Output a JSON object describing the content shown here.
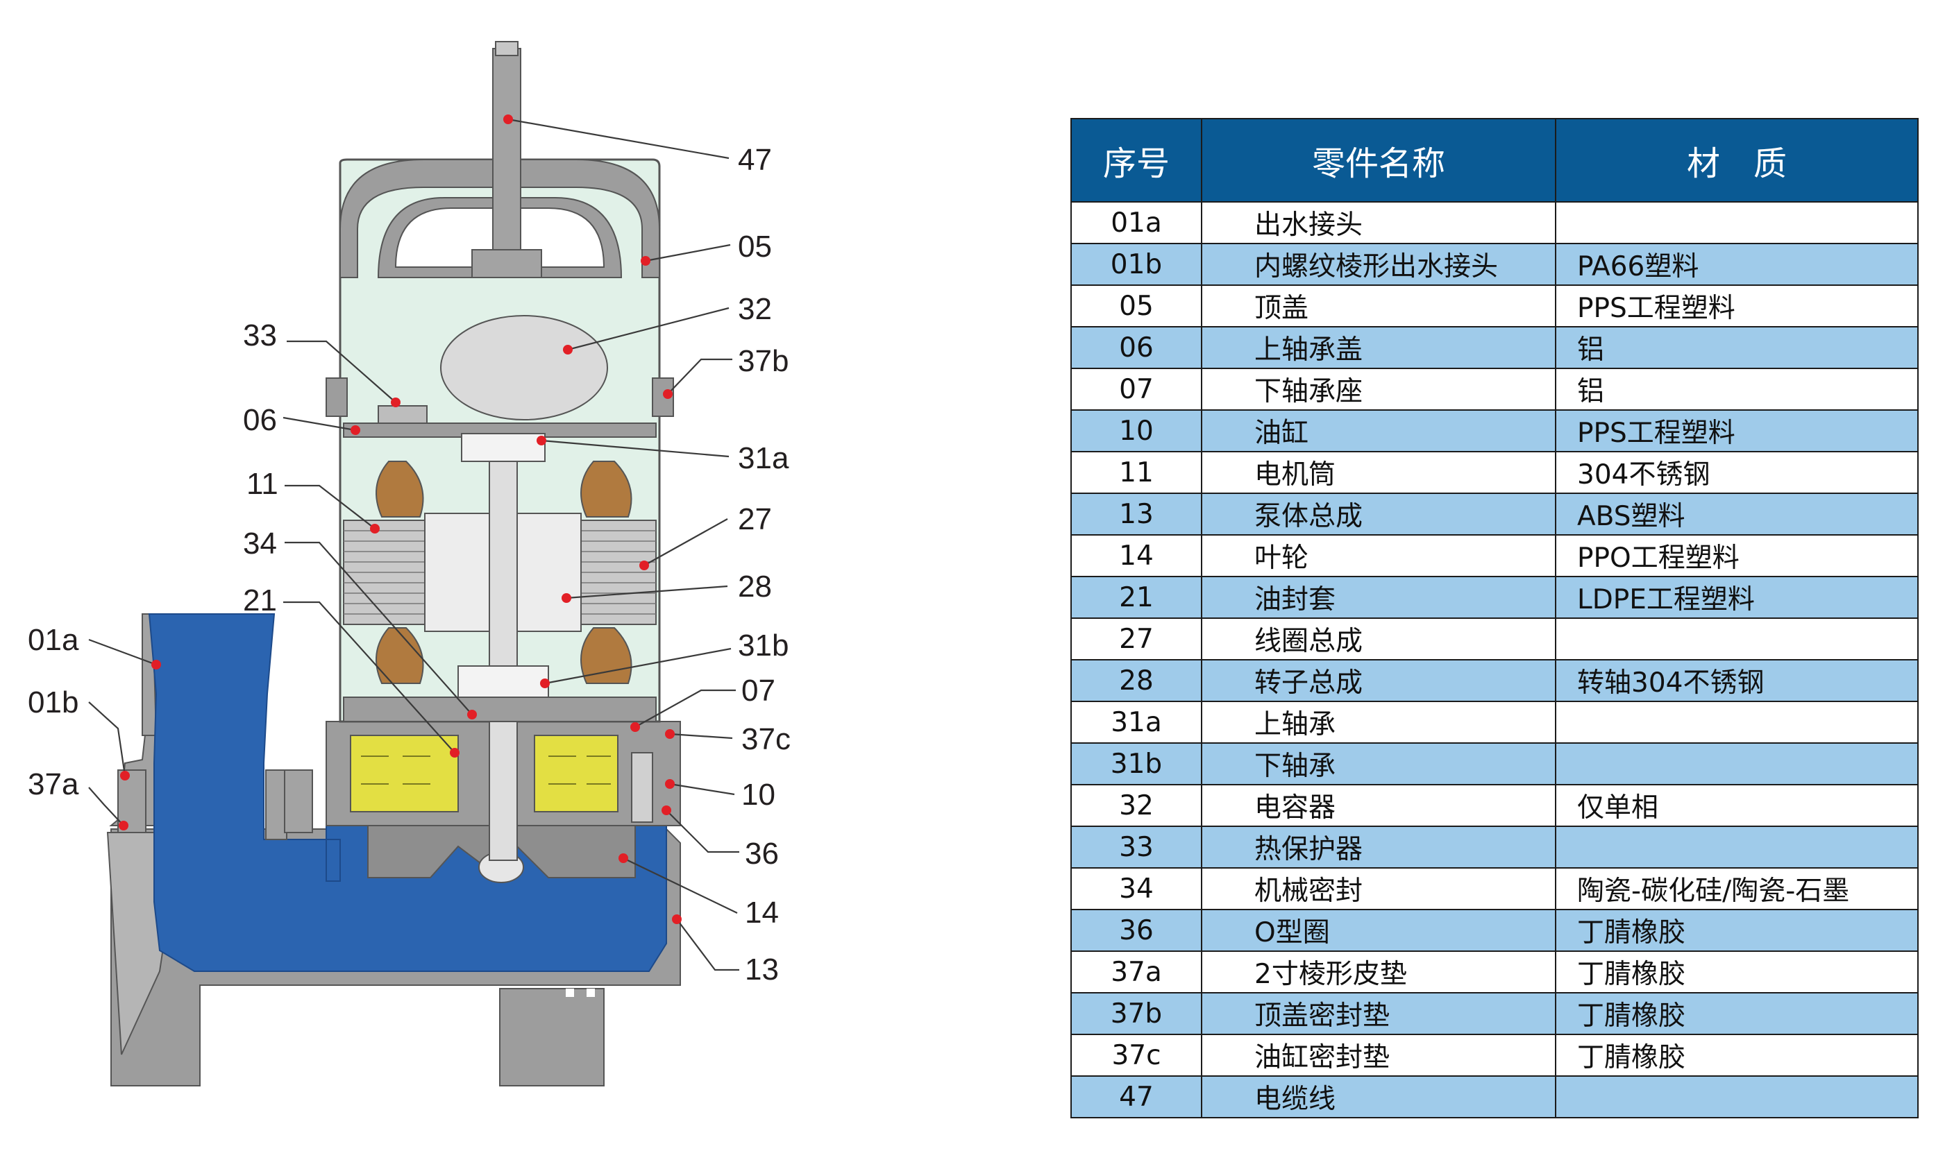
{
  "colors": {
    "header_bg": "#0a5a94",
    "row_alt": "#9fcbea",
    "water": "#2b64b0",
    "oil": "#e3df43",
    "casing": "#9d9d9d",
    "chamber": "#e1f1e8",
    "winding": "#b07a3f",
    "marker": "#e21f26"
  },
  "callouts": {
    "c47": "47",
    "c05": "05",
    "c32": "32",
    "c33": "33",
    "c37b": "37b",
    "c06": "06",
    "c31a": "31a",
    "c11": "11",
    "c27": "27",
    "c34": "34",
    "c28": "28",
    "c21": "21",
    "c01a": "01a",
    "c31b": "31b",
    "c07": "07",
    "c01b": "01b",
    "c37c": "37c",
    "c37a": "37a",
    "c10": "10",
    "c36": "36",
    "c14": "14",
    "c13": "13"
  },
  "table": {
    "headers": {
      "no": "序号",
      "name": "零件名称",
      "material": "材　质"
    },
    "rows": [
      {
        "no": "01a",
        "name": "出水接头",
        "material": ""
      },
      {
        "no": "01b",
        "name": "内螺纹棱形出水接头",
        "material": "PA66塑料"
      },
      {
        "no": "05",
        "name": "顶盖",
        "material": "PPS工程塑料"
      },
      {
        "no": "06",
        "name": "上轴承盖",
        "material": "铝"
      },
      {
        "no": "07",
        "name": "下轴承座",
        "material": "铝"
      },
      {
        "no": "10",
        "name": "油缸",
        "material": "PPS工程塑料"
      },
      {
        "no": "11",
        "name": "电机筒",
        "material": "304不锈钢"
      },
      {
        "no": "13",
        "name": "泵体总成",
        "material": "ABS塑料"
      },
      {
        "no": "14",
        "name": "叶轮",
        "material": "PPO工程塑料"
      },
      {
        "no": "21",
        "name": "油封套",
        "material": "LDPE工程塑料"
      },
      {
        "no": "27",
        "name": "线圈总成",
        "material": ""
      },
      {
        "no": "28",
        "name": "转子总成",
        "material": "转轴304不锈钢"
      },
      {
        "no": "31a",
        "name": "上轴承",
        "material": ""
      },
      {
        "no": "31b",
        "name": "下轴承",
        "material": ""
      },
      {
        "no": "32",
        "name": "电容器",
        "material": " 仅单相"
      },
      {
        "no": "33",
        "name": "热保护器",
        "material": ""
      },
      {
        "no": "34",
        "name": "机械密封",
        "material": "陶瓷-碳化硅/陶瓷-石墨"
      },
      {
        "no": "36",
        "name": "O型圈",
        "material": "丁腈橡胶"
      },
      {
        "no": "37a",
        "name": "2寸棱形皮垫",
        "material": "丁腈橡胶"
      },
      {
        "no": "37b",
        "name": "顶盖密封垫",
        "material": "丁腈橡胶"
      },
      {
        "no": "37c",
        "name": "油缸密封垫",
        "material": "丁腈橡胶"
      },
      {
        "no": "47",
        "name": "电缆线",
        "material": ""
      }
    ]
  }
}
